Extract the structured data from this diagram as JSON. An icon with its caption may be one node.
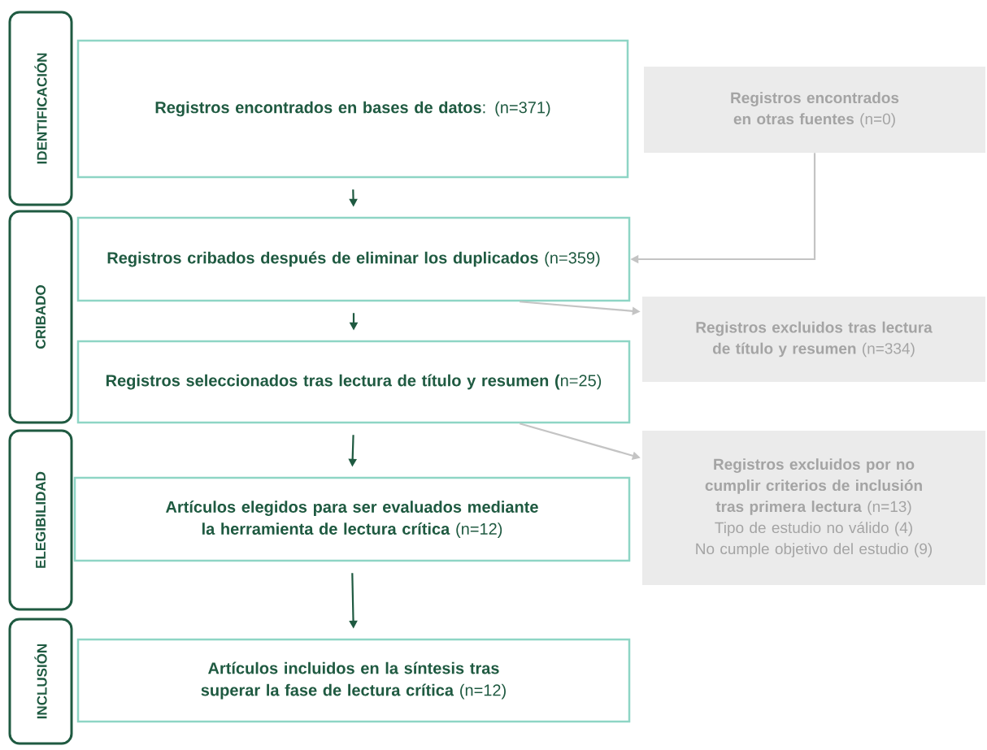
{
  "diagram": {
    "nodes": [
      {
        "text": [
          "IDENTIFICACIÓN"
        ]
      },
      {
        "text": [
          "CRIBADO"
        ]
      },
      {
        "text": [
          "ELEGIBILIDAD"
        ]
      },
      {
        "text": [
          "INCLUSIÓN"
        ]
      },
      {
        "text": [
          "**Registros encontrados en bases de datos**: (n=371)"
        ]
      },
      {
        "text": [
          "**Registros encontrados en otras fuentes** (n=0)"
        ]
      },
      {
        "text": [
          "**Registros cribados después de eliminar los duplicados** (n=359)"
        ]
      },
      {
        "text": [
          "**Registros excluidos tras lectura de título y resumen** (n=334)"
        ]
      },
      {
        "text": [
          "**Registros seleccionados tras lectura de título y resumen (**n=25)"
        ]
      },
      {
        "text": [
          "**Registros excluidos por no cumplir criterios de inclusión tras primera lectura** (n=13)",
          "Tipo de estudio no válido (4)",
          "No cumple objetivo del estudio (9)"
        ]
      },
      {
        "text": [
          "**Artículos elegidos para ser evaluados mediante la herramienta de lectura crítica** (n=12)"
        ]
      },
      {
        "text": [
          "**Artículos incluidos en la síntesis tras superar la fase de lectura crítica** (n=12)"
        ]
      }
    ],
    "edges": [
      {
        "from": 4,
        "to": 6,
        "arrow": "to"
      },
      {
        "from": 5,
        "to": 6,
        "arrow": "to",
        "color": "#c4c4c4"
      },
      {
        "from": 6,
        "to": 8,
        "arrow": "to"
      },
      {
        "from": 6,
        "to": 7,
        "arrow": "to",
        "color": "#c4c4c4"
      },
      {
        "from": 8,
        "to": 10,
        "arrow": "to"
      },
      {
        "from": 8,
        "to": 9,
        "arrow": "to",
        "color": "#c4c4c4"
      },
      {
        "from": 10,
        "to": 11,
        "arrow": "to"
      }
    ]
  }
}
